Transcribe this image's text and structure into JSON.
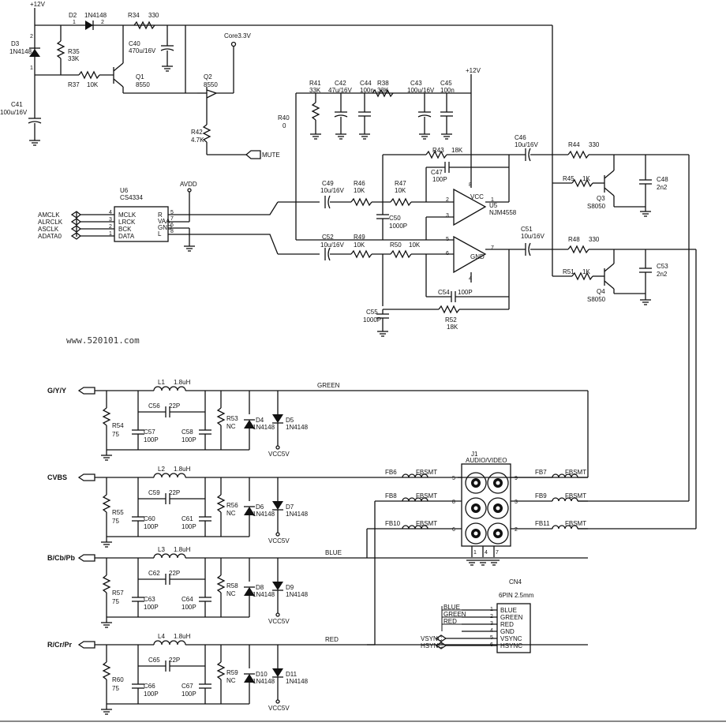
{
  "supply": {
    "p12_top": "+12V",
    "p12_op": "+12V",
    "core": "Core3.3V",
    "avdd": "AVDD",
    "mute": "MUTE"
  },
  "top": {
    "d3": {
      "ref": "D3",
      "val": "1N4148"
    },
    "d2": {
      "ref": "D2",
      "val": "1N4148"
    },
    "r34": {
      "ref": "R34",
      "val": "330"
    },
    "r35": {
      "ref": "R35",
      "val": "33K"
    },
    "r37": {
      "ref": "R37",
      "val": "10K"
    },
    "c40": {
      "ref": "C40",
      "val": "470u/16V"
    },
    "c41": {
      "ref": "C41",
      "val": "100u/16V"
    },
    "q1": {
      "ref": "Q1",
      "val": "8550"
    },
    "q2": {
      "ref": "Q2",
      "val": "8550"
    },
    "r42": {
      "ref": "R42",
      "val": "4.7K"
    }
  },
  "audio": {
    "r41": {
      "ref": "R41",
      "val": "33K"
    },
    "c42": {
      "ref": "C42",
      "val": "47u/16V"
    },
    "c44": {
      "ref": "C44",
      "val": "100n"
    },
    "r38": {
      "ref": "R38",
      "val": "33K"
    },
    "c43": {
      "ref": "C43",
      "val": "100u/16V"
    },
    "c45": {
      "ref": "C45",
      "val": "100n"
    },
    "r40": {
      "ref": "R40",
      "val": "0"
    },
    "r43": {
      "ref": "R43",
      "val": "18K"
    },
    "c47": {
      "ref": "C47",
      "val": "100P"
    },
    "c46": {
      "ref": "C46",
      "val": "10u/16V"
    },
    "r44": {
      "ref": "R44",
      "val": "330"
    },
    "r45": {
      "ref": "R45",
      "val": "1K"
    },
    "q3": {
      "ref": "Q3",
      "val": "S8050"
    },
    "c48": {
      "ref": "C48",
      "val": "2n2"
    },
    "c49": {
      "ref": "C49",
      "val": "10u/16V"
    },
    "r46": {
      "ref": "R46",
      "val": "10K"
    },
    "r47": {
      "ref": "R47",
      "val": "10K"
    },
    "c50": {
      "ref": "C50",
      "val": "1000P"
    },
    "u5": {
      "ref": "U5",
      "val": "NJM4558",
      "vcc": "VCC",
      "gnd": "GND"
    },
    "c52": {
      "ref": "C52",
      "val": "10u/16V"
    },
    "r49": {
      "ref": "R49",
      "val": "10K"
    },
    "r50": {
      "ref": "R50",
      "val": "10K"
    },
    "c51": {
      "ref": "C51",
      "val": "10u/16V"
    },
    "r48": {
      "ref": "R48",
      "val": "330"
    },
    "r51": {
      "ref": "R51",
      "val": "1K"
    },
    "q4": {
      "ref": "Q4",
      "val": "S8050"
    },
    "c53": {
      "ref": "C53",
      "val": "2n2"
    },
    "c54": {
      "ref": "C54",
      "val": "100P"
    },
    "c55": {
      "ref": "C55",
      "val": "1000P"
    },
    "r52": {
      "ref": "R52",
      "val": "18K"
    }
  },
  "u6": {
    "ref": "U6",
    "val": "CS4334",
    "pins_left": [
      "MCLK",
      "LRCK",
      "BCK",
      "DATA"
    ],
    "pins_right": [
      "R",
      "VAA",
      "GND",
      "L"
    ],
    "pin_nums_left": [
      "4",
      "3",
      "2",
      "1"
    ],
    "pin_nums_right": [
      "5",
      "7",
      "6",
      "8"
    ],
    "signals": [
      "AMCLK",
      "ALRCLK",
      "ASCLK",
      "ADATA0"
    ]
  },
  "watermark": "www.520101.com",
  "video_rows": [
    {
      "input": "G/Y/Y",
      "net": "GREEN",
      "L": "L1",
      "Lval": "1.8uH",
      "Cs": "C56",
      "Csv": "22P",
      "R": "R54",
      "Rv": "75",
      "Ca": "C57",
      "Cav": "100P",
      "Cb": "C58",
      "Cbv": "100P",
      "Rnc": "R53",
      "Da": "D4",
      "Db": "D5",
      "dval": "1N4148",
      "vcc": "VCC5V"
    },
    {
      "input": "CVBS",
      "net": "",
      "L": "L2",
      "Lval": "1.8uH",
      "Cs": "C59",
      "Csv": "22P",
      "R": "R55",
      "Rv": "75",
      "Ca": "C60",
      "Cav": "100P",
      "Cb": "C61",
      "Cbv": "100P",
      "Rnc": "R56",
      "Da": "D6",
      "Db": "D7",
      "dval": "1N4148",
      "vcc": "VCC5V"
    },
    {
      "input": "B/Cb/Pb",
      "net": "BLUE",
      "L": "L3",
      "Lval": "1.8uH",
      "Cs": "C62",
      "Csv": "22P",
      "R": "R57",
      "Rv": "75",
      "Ca": "C63",
      "Cav": "100P",
      "Cb": "C64",
      "Cbv": "100P",
      "Rnc": "R58",
      "Da": "D8",
      "Db": "D9",
      "dval": "1N4148",
      "vcc": "VCC5V"
    },
    {
      "input": "R/Cr/Pr",
      "net": "RED",
      "L": "L4",
      "Lval": "1.8uH",
      "Cs": "C65",
      "Csv": "22P",
      "R": "R60",
      "Rv": "75",
      "Ca": "C66",
      "Cav": "100P",
      "Cb": "C67",
      "Cbv": "100P",
      "Rnc": "R59",
      "Da": "D10",
      "Db": "D11",
      "dval": "1N4148",
      "vcc": "VCC5V"
    }
  ],
  "nc": "NC",
  "j1": {
    "ref": "J1",
    "title": "AUDIO/VIDEO",
    "left_pins": [
      "5",
      "8",
      "6"
    ],
    "right_pins": [
      "9",
      "3",
      "2"
    ],
    "bottom_pins": [
      "1",
      "4",
      "7"
    ]
  },
  "fb": {
    "left": [
      "FB6",
      "FB8",
      "FB10"
    ],
    "right": [
      "FB7",
      "FB9",
      "FB11"
    ],
    "val": "FBSMT"
  },
  "cn4": {
    "ref": "CN4",
    "val": "6PIN 2.5mm",
    "pins": [
      "BLUE",
      "GREEN",
      "RED",
      "GND",
      "VSYNC",
      "HSYNC"
    ],
    "nums": [
      "1",
      "2",
      "3",
      "4",
      "5",
      "6"
    ],
    "nets": [
      "BLUE",
      "GREEN",
      "RED"
    ],
    "ports": [
      "VSYNC",
      "HSYNC"
    ]
  }
}
